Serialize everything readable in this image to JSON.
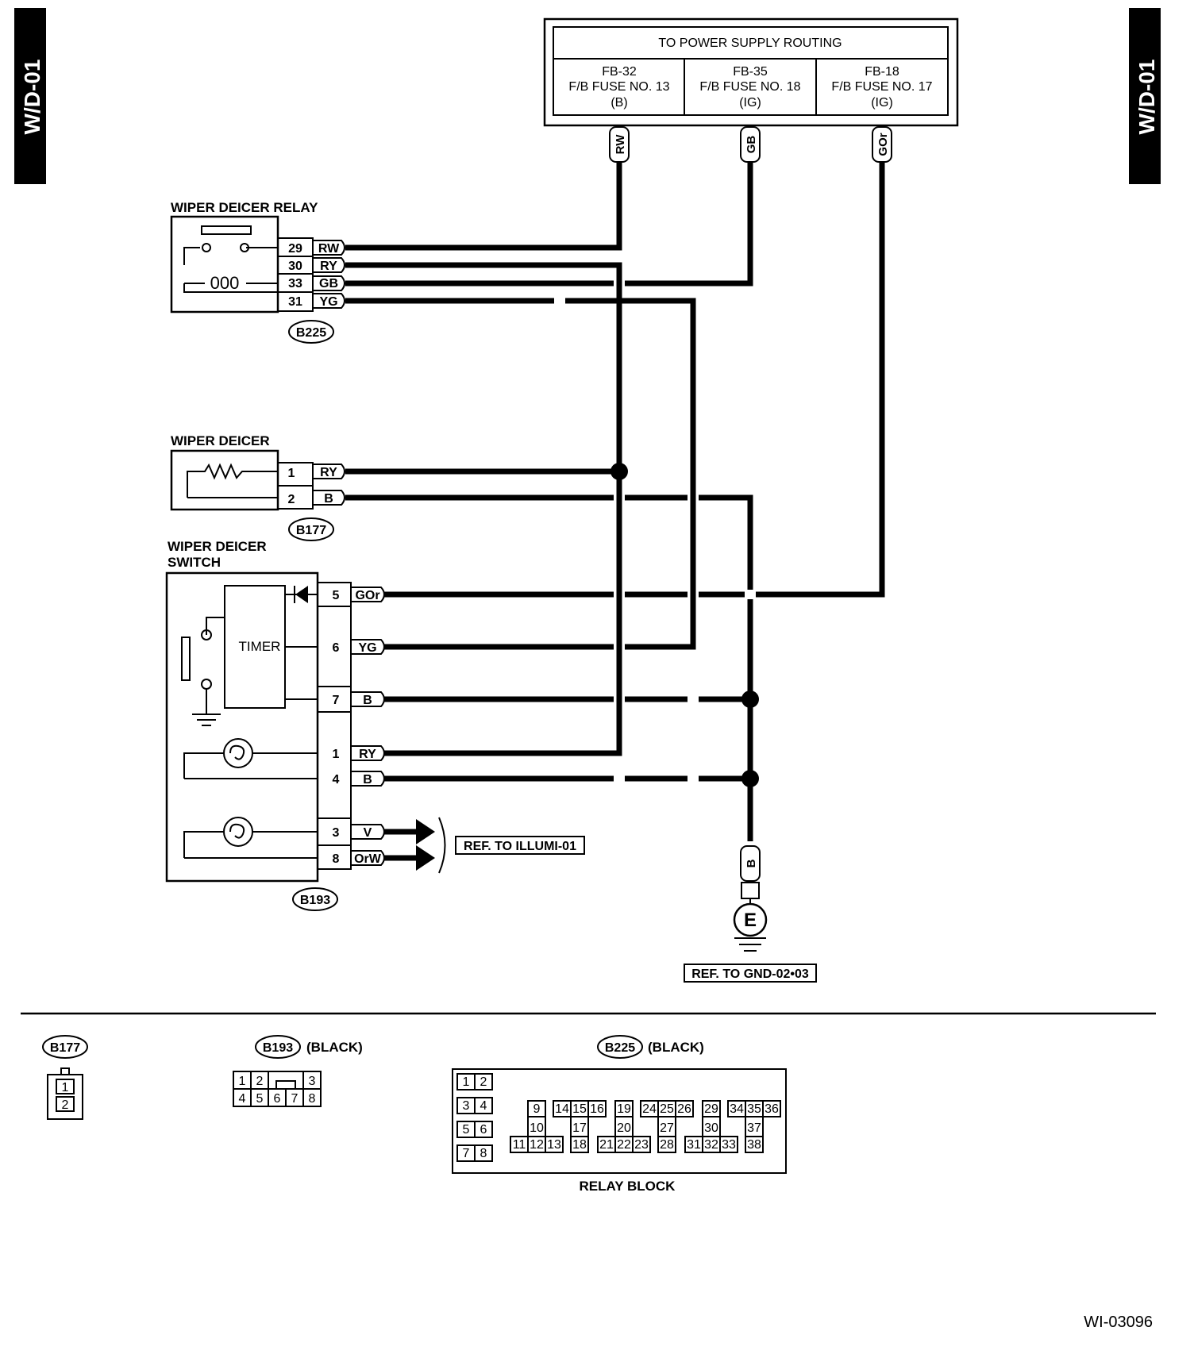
{
  "side_tabs": {
    "left": "W/D-01",
    "right": "W/D-01"
  },
  "power_supply": {
    "title": "TO POWER SUPPLY ROUTING",
    "fuses": [
      {
        "id": "FB-32",
        "name": "F/B FUSE NO. 13",
        "type": "(B)",
        "wire": "RW"
      },
      {
        "id": "FB-35",
        "name": "F/B FUSE NO. 18",
        "type": "(IG)",
        "wire": "GB"
      },
      {
        "id": "FB-18",
        "name": "F/B FUSE NO. 17",
        "type": "(IG)",
        "wire": "GOr"
      }
    ]
  },
  "relay": {
    "title": "WIPER DEICER RELAY",
    "connector": "B225",
    "pins": [
      {
        "pin": "29",
        "wire": "RW"
      },
      {
        "pin": "30",
        "wire": "RY"
      },
      {
        "pin": "33",
        "wire": "GB"
      },
      {
        "pin": "31",
        "wire": "YG"
      }
    ]
  },
  "deicer": {
    "title": "WIPER DEICER",
    "connector": "B177",
    "pins": [
      {
        "pin": "1",
        "wire": "RY"
      },
      {
        "pin": "2",
        "wire": "B"
      }
    ]
  },
  "switch": {
    "title_line1": "WIPER DEICER",
    "title_line2": "SWITCH",
    "timer_label": "TIMER",
    "connector": "B193",
    "pins": [
      {
        "pin": "5",
        "wire": "GOr"
      },
      {
        "pin": "6",
        "wire": "YG"
      },
      {
        "pin": "7",
        "wire": "B"
      },
      {
        "pin": "1",
        "wire": "RY"
      },
      {
        "pin": "4",
        "wire": "B"
      },
      {
        "pin": "3",
        "wire": "V"
      },
      {
        "pin": "8",
        "wire": "OrW"
      }
    ]
  },
  "refs": {
    "illumi": "REF. TO ILLUMI-01",
    "gnd": "REF. TO GND-02•03"
  },
  "ground": {
    "label": "E",
    "wire": "B"
  },
  "connector_views": {
    "b177": {
      "name": "B177",
      "pins": [
        "1",
        "2"
      ]
    },
    "b193": {
      "name": "B193",
      "color": "(BLACK)",
      "top": [
        "1",
        "2",
        "3"
      ],
      "bottom": [
        "4",
        "5",
        "6",
        "7",
        "8"
      ]
    },
    "b225": {
      "name": "B225",
      "color": "(BLACK)",
      "caption": "RELAY BLOCK",
      "left_pairs": [
        [
          "1",
          "2"
        ],
        [
          "3",
          "4"
        ],
        [
          "5",
          "6"
        ],
        [
          "7",
          "8"
        ]
      ],
      "row_top": [
        "9",
        "14",
        "15",
        "16",
        "19",
        "24",
        "25",
        "26",
        "29",
        "34",
        "35",
        "36"
      ],
      "row_mid": [
        "10",
        "17",
        "20",
        "27",
        "30",
        "37"
      ],
      "row_bottom": [
        "11",
        "12",
        "13",
        "18",
        "21",
        "22",
        "23",
        "28",
        "31",
        "32",
        "33",
        "38"
      ]
    }
  },
  "figure_id": "WI-03096"
}
